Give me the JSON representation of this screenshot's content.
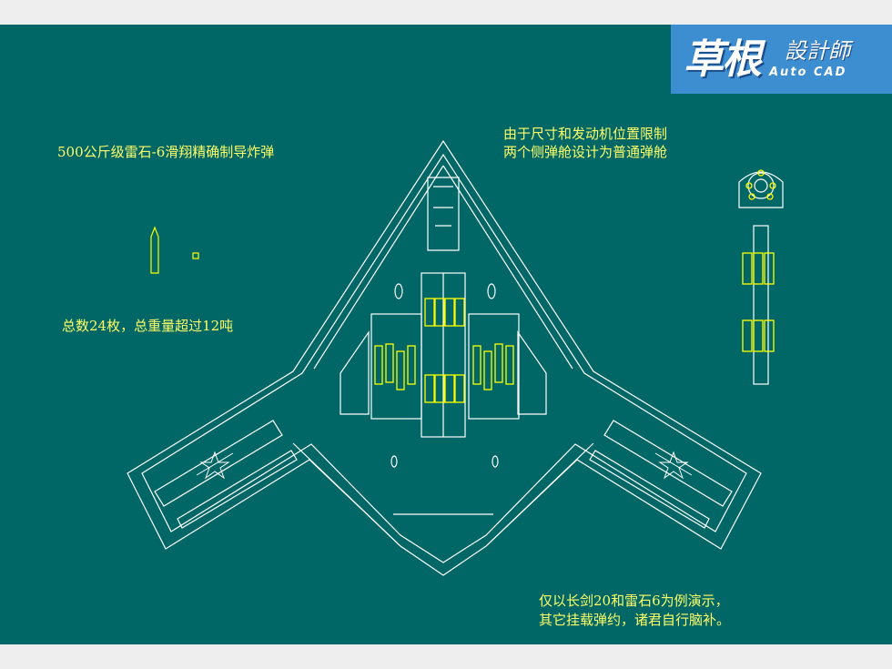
{
  "logo": {
    "main": "草根",
    "sub": "設計師",
    "tag": "Auto CAD"
  },
  "notes": {
    "weapon_name": "500公斤级雷石-6滑翔精确制导炸弹",
    "total": "总数24枚，总重量超过12吨",
    "side_bay_line1": "由于尺寸和发动机位置限制",
    "side_bay_line2": "两个侧弹舱设计为普通弹舱",
    "demo_line1": "仅以长剑20和雷石6为例演示，",
    "demo_line2": "其它挂载弹约，诸君自行脑补。"
  },
  "colors": {
    "background": "#006666",
    "frame": "#eeeeee",
    "outline": "#ffffff",
    "munition": "#ffff00",
    "text": "#ffff66",
    "logo_bg": "#3d8ed0"
  }
}
